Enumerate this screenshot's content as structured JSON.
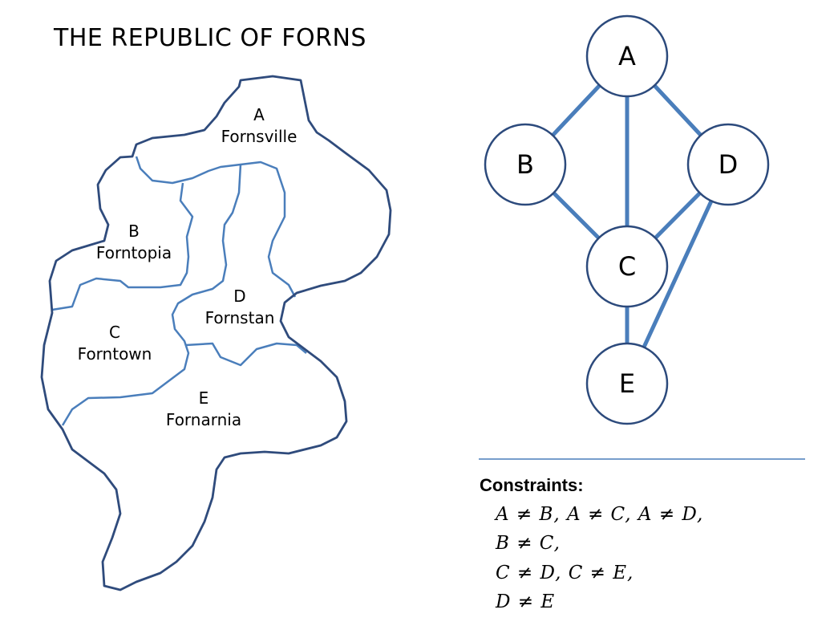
{
  "title": "THE REPUBLIC OF FORNS",
  "regions": [
    {
      "letter": "A",
      "name": "Fornsville"
    },
    {
      "letter": "B",
      "name": "Forntopia"
    },
    {
      "letter": "C",
      "name": "Forntown"
    },
    {
      "letter": "D",
      "name": "Fornstan"
    },
    {
      "letter": "E",
      "name": "Fornarnia"
    }
  ],
  "graph": {
    "nodes": [
      "A",
      "B",
      "C",
      "D",
      "E"
    ],
    "edges": [
      [
        "A",
        "B"
      ],
      [
        "A",
        "C"
      ],
      [
        "A",
        "D"
      ],
      [
        "B",
        "C"
      ],
      [
        "C",
        "D"
      ],
      [
        "C",
        "E"
      ],
      [
        "D",
        "E"
      ]
    ]
  },
  "constraints": {
    "title": "Constraints:",
    "lines": [
      "A ≠ B, A ≠ C, A ≠ D,",
      "B ≠ C,",
      "C ≠ D, C ≠ E,",
      "D ≠ E"
    ]
  },
  "colors": {
    "edge": "#4a7ebb",
    "node_stroke": "#2c4a7c",
    "outer_border": "#2f4b7c",
    "inner_border": "#4a7ebb",
    "divider": "#4a7ebb"
  }
}
